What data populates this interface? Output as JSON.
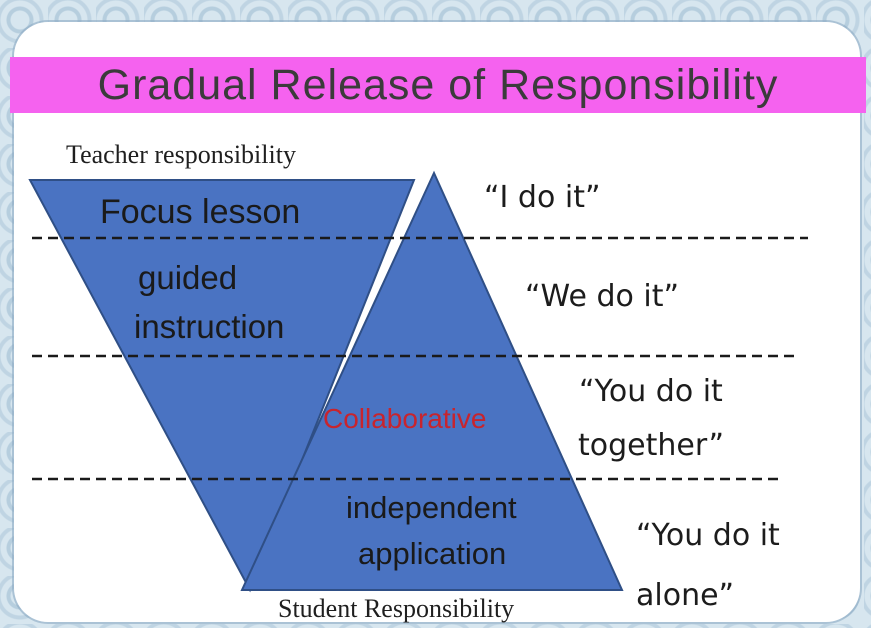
{
  "title": "Gradual Release of Responsibility",
  "axis_labels": {
    "top": "Teacher responsibility",
    "bottom": "Student Responsibility"
  },
  "stages": {
    "focus_lesson": "Focus lesson",
    "guided_line1": "guided",
    "guided_line2": "instruction",
    "collaborative": "Collaborative",
    "independent_line1": "independent",
    "independent_line2": "application"
  },
  "quotes": {
    "i_do": "“I do it”",
    "we_do": "“We do it”",
    "you_together_line1": "“You do it",
    "you_together_line2": "together”",
    "you_alone_line1": "“You do it",
    "you_alone_line2": "alone”"
  },
  "colors": {
    "banner": "#f562ef",
    "triangle_fill": "#4472c4",
    "collaborative_text": "#c8242d"
  }
}
